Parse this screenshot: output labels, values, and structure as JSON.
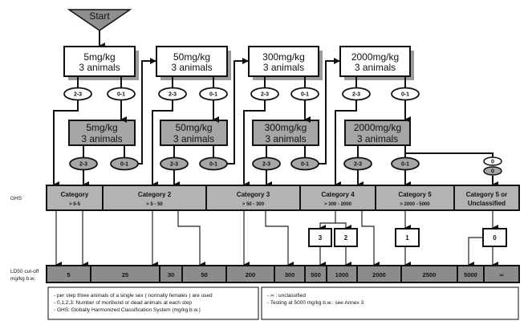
{
  "start": {
    "label": "Start"
  },
  "steps_top": [
    {
      "dose": "5mg/kg",
      "animals": "3 animals"
    },
    {
      "dose": "50mg/kg",
      "animals": "3 animals"
    },
    {
      "dose": "300mg/kg",
      "animals": "3 animals"
    },
    {
      "dose": "2000mg/kg",
      "animals": "3 animals"
    }
  ],
  "steps_repeat": [
    {
      "dose": "5mg/kg",
      "animals": "3 animals"
    },
    {
      "dose": "50mg/kg",
      "animals": "3 animals"
    },
    {
      "dose": "300mg/kg",
      "animals": "3 animals"
    },
    {
      "dose": "2000mg/kg",
      "animals": "3 animals"
    }
  ],
  "outcomes": {
    "high": "2-3",
    "low": "0-1",
    "zero": "0"
  },
  "ghs_label": "GHS",
  "categories": [
    {
      "name": "Category",
      "range": ">  0-5"
    },
    {
      "name": "Category 2",
      "range": ">     5 - 50"
    },
    {
      "name": "Category 3",
      "range": ">  50 - 300"
    },
    {
      "name": "Category 4",
      "range": ">  300 - 2000"
    },
    {
      "name": "Category 5",
      "range": "> 2000 - 5000"
    },
    {
      "name": "Category 5 or",
      "range": "Unclassified"
    }
  ],
  "dead_counts": [
    "3",
    "2",
    "1",
    "0"
  ],
  "ld50_label": {
    "line1": "LD50  cut-off",
    "line2": "mg/kg b.w."
  },
  "ld50_values": [
    "5",
    "25",
    "30",
    "50",
    "200",
    "300",
    "500",
    "1000",
    "2000",
    "2500",
    "5000",
    "∞"
  ],
  "notes_left": [
    "- per  step three animals of a single  sex (  normally females  ) are used",
    "- 0,1,2,3:   Number of moribund   or dead animals  at each step",
    "- GHS:   Globally Harmonized Classification  System (mg/kg b.w.)"
  ],
  "notes_right": [
    "- ∞ : unclassified",
    "- Testing at 5000 mg/kg b.w.: see  Annex 3"
  ]
}
